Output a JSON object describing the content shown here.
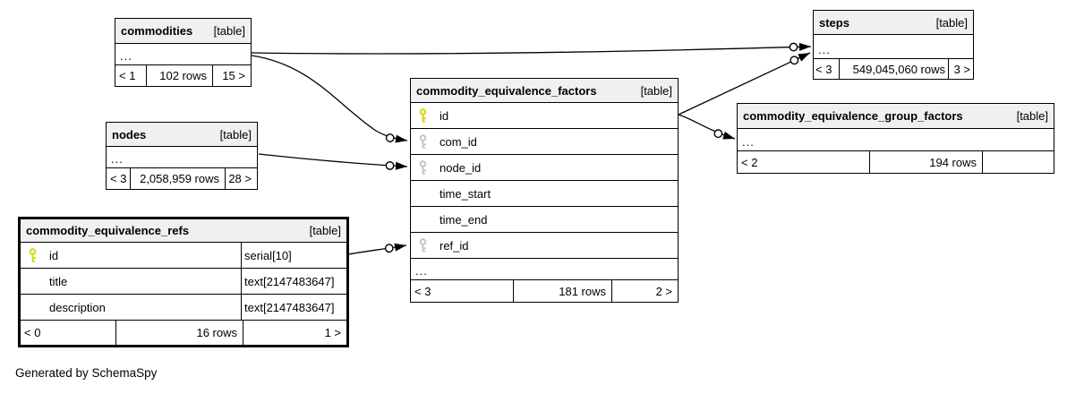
{
  "diagram": {
    "generator_note": "Generated by SchemaSpy",
    "colors": {
      "primary_key": "#d6d606",
      "foreign_key": "#c3c3c3",
      "header_bg": "#f0f0f0",
      "border": "#000000"
    },
    "tables": [
      {
        "name": "commodities",
        "tag": "[table]",
        "ellipsis": "...",
        "footer": {
          "parents": "< 1",
          "rows": "102 rows",
          "children": "15 >"
        }
      },
      {
        "name": "nodes",
        "tag": "[table]",
        "ellipsis": "...",
        "footer": {
          "parents": "< 3",
          "rows": "2,058,959 rows",
          "children": "28 >"
        }
      },
      {
        "name": "commodity_equivalence_refs",
        "tag": "[table]",
        "columns": [
          {
            "name": "id",
            "key": "primary",
            "type": "serial[10]"
          },
          {
            "name": "title",
            "key": "none",
            "type": "text[2147483647]"
          },
          {
            "name": "description",
            "key": "none",
            "type": "text[2147483647]"
          }
        ],
        "footer": {
          "parents": "< 0",
          "rows": "16 rows",
          "children": "1 >"
        }
      },
      {
        "name": "commodity_equivalence_factors",
        "tag": "[table]",
        "ellipsis": "...",
        "columns": [
          {
            "name": "id",
            "key": "primary"
          },
          {
            "name": "com_id",
            "key": "foreign"
          },
          {
            "name": "node_id",
            "key": "foreign"
          },
          {
            "name": "time_start",
            "key": "none"
          },
          {
            "name": "time_end",
            "key": "none"
          },
          {
            "name": "ref_id",
            "key": "foreign"
          }
        ],
        "footer": {
          "parents": "< 3",
          "rows": "181 rows",
          "children": "2 >"
        }
      },
      {
        "name": "steps",
        "tag": "[table]",
        "ellipsis": "...",
        "footer": {
          "parents": "< 3",
          "rows": "549,045,060 rows",
          "children": "3 >"
        }
      },
      {
        "name": "commodity_equivalence_group_factors",
        "tag": "[table]",
        "ellipsis": "...",
        "footer": {
          "parents": "< 2",
          "rows": "194 rows",
          "children": ""
        }
      }
    ],
    "relationships": [
      {
        "from": "commodities",
        "to": "steps"
      },
      {
        "from": "commodities",
        "to": "commodity_equivalence_factors.com_id"
      },
      {
        "from": "nodes",
        "to": "commodity_equivalence_factors.node_id"
      },
      {
        "from": "commodity_equivalence_refs",
        "to": "commodity_equivalence_factors.ref_id"
      },
      {
        "from": "commodity_equivalence_factors.id",
        "to": "steps"
      },
      {
        "from": "commodity_equivalence_factors.id",
        "to": "commodity_equivalence_group_factors"
      }
    ]
  }
}
